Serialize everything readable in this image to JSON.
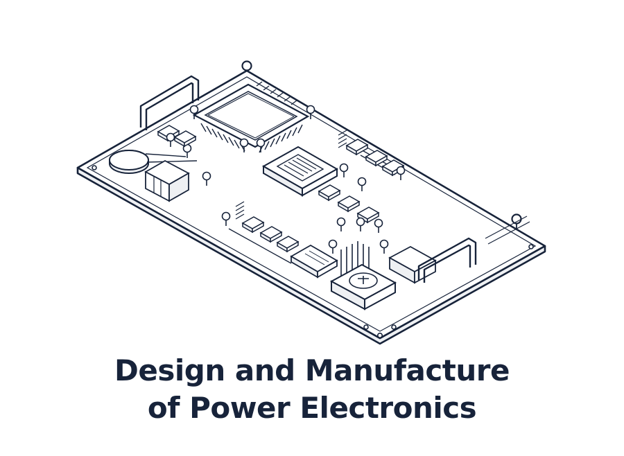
{
  "caption": {
    "line1": "Design and Manufacture",
    "line2": "of Power Electronics"
  },
  "colors": {
    "ink": "#17233a",
    "fill": "#ffffff",
    "board_side": "#eef0f3"
  },
  "icons": [
    "pcb-illustration"
  ]
}
